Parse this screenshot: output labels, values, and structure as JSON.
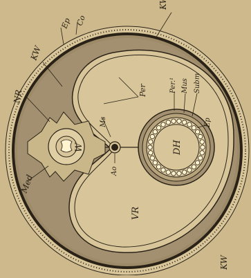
{
  "colors": {
    "paper": "#cdb98c",
    "ink": "#2a2216",
    "shaded": "#9c8a68",
    "light": "#d8c69a"
  },
  "labels": {
    "KW_top": "KW",
    "Ep_outer": "Ep",
    "Co": "Co",
    "KW_left": "KW",
    "NR": "NR",
    "Per": "Per",
    "Mes": "Ms",
    "Per1": "Per.¹",
    "Mus": "Mus",
    "Subm": "Subm",
    "Ep_inner": "Ep",
    "W": "W",
    "DH": "DH",
    "Ao": "Ao",
    "Med": "Med",
    "VR": "VR",
    "KW_bottom": "KW"
  }
}
